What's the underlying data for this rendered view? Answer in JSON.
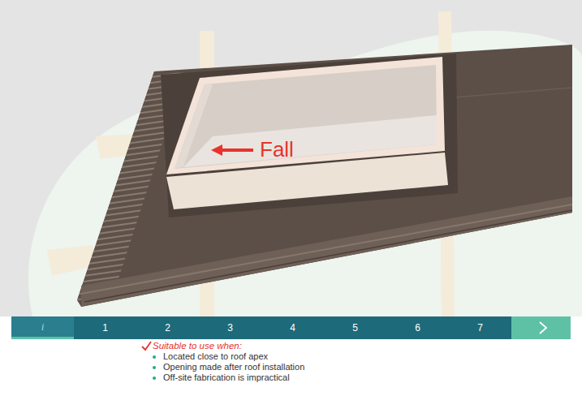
{
  "diagram": {
    "nodes": [
      {
        "text": [
          "i"
        ]
      },
      {
        "text": [
          "1"
        ]
      },
      {
        "text": [
          "2"
        ]
      },
      {
        "text": [
          "3"
        ]
      },
      {
        "text": [
          "4"
        ]
      },
      {
        "text": [
          "5"
        ]
      },
      {
        "text": [
          "6"
        ]
      },
      {
        "text": [
          "7"
        ]
      }
    ],
    "labels": [
      "Fall",
      "Suitable to use when:",
      "Located close to roof apex",
      "Opening made after roof installation",
      "Off-site fabrication is impractical"
    ]
  }
}
